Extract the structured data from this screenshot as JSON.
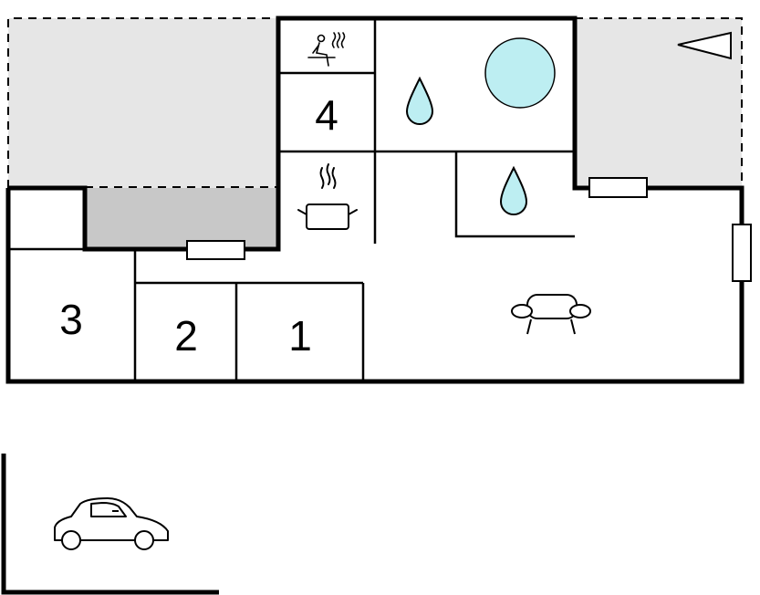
{
  "rooms": {
    "r1": "1",
    "r2": "2",
    "r3": "3",
    "r4": "4"
  },
  "icons": [
    "sauna-icon",
    "water-drop-icon",
    "hot-tub-icon",
    "kitchen-pot-icon",
    "sofa-icon",
    "car-icon",
    "north-arrow-icon",
    "window-icon"
  ],
  "colors": {
    "walls": "#000000",
    "terrace": "#e6e6e6",
    "covered_area": "#c8c8c8",
    "water": "#bdeef2",
    "water_stroke": "#000000"
  }
}
